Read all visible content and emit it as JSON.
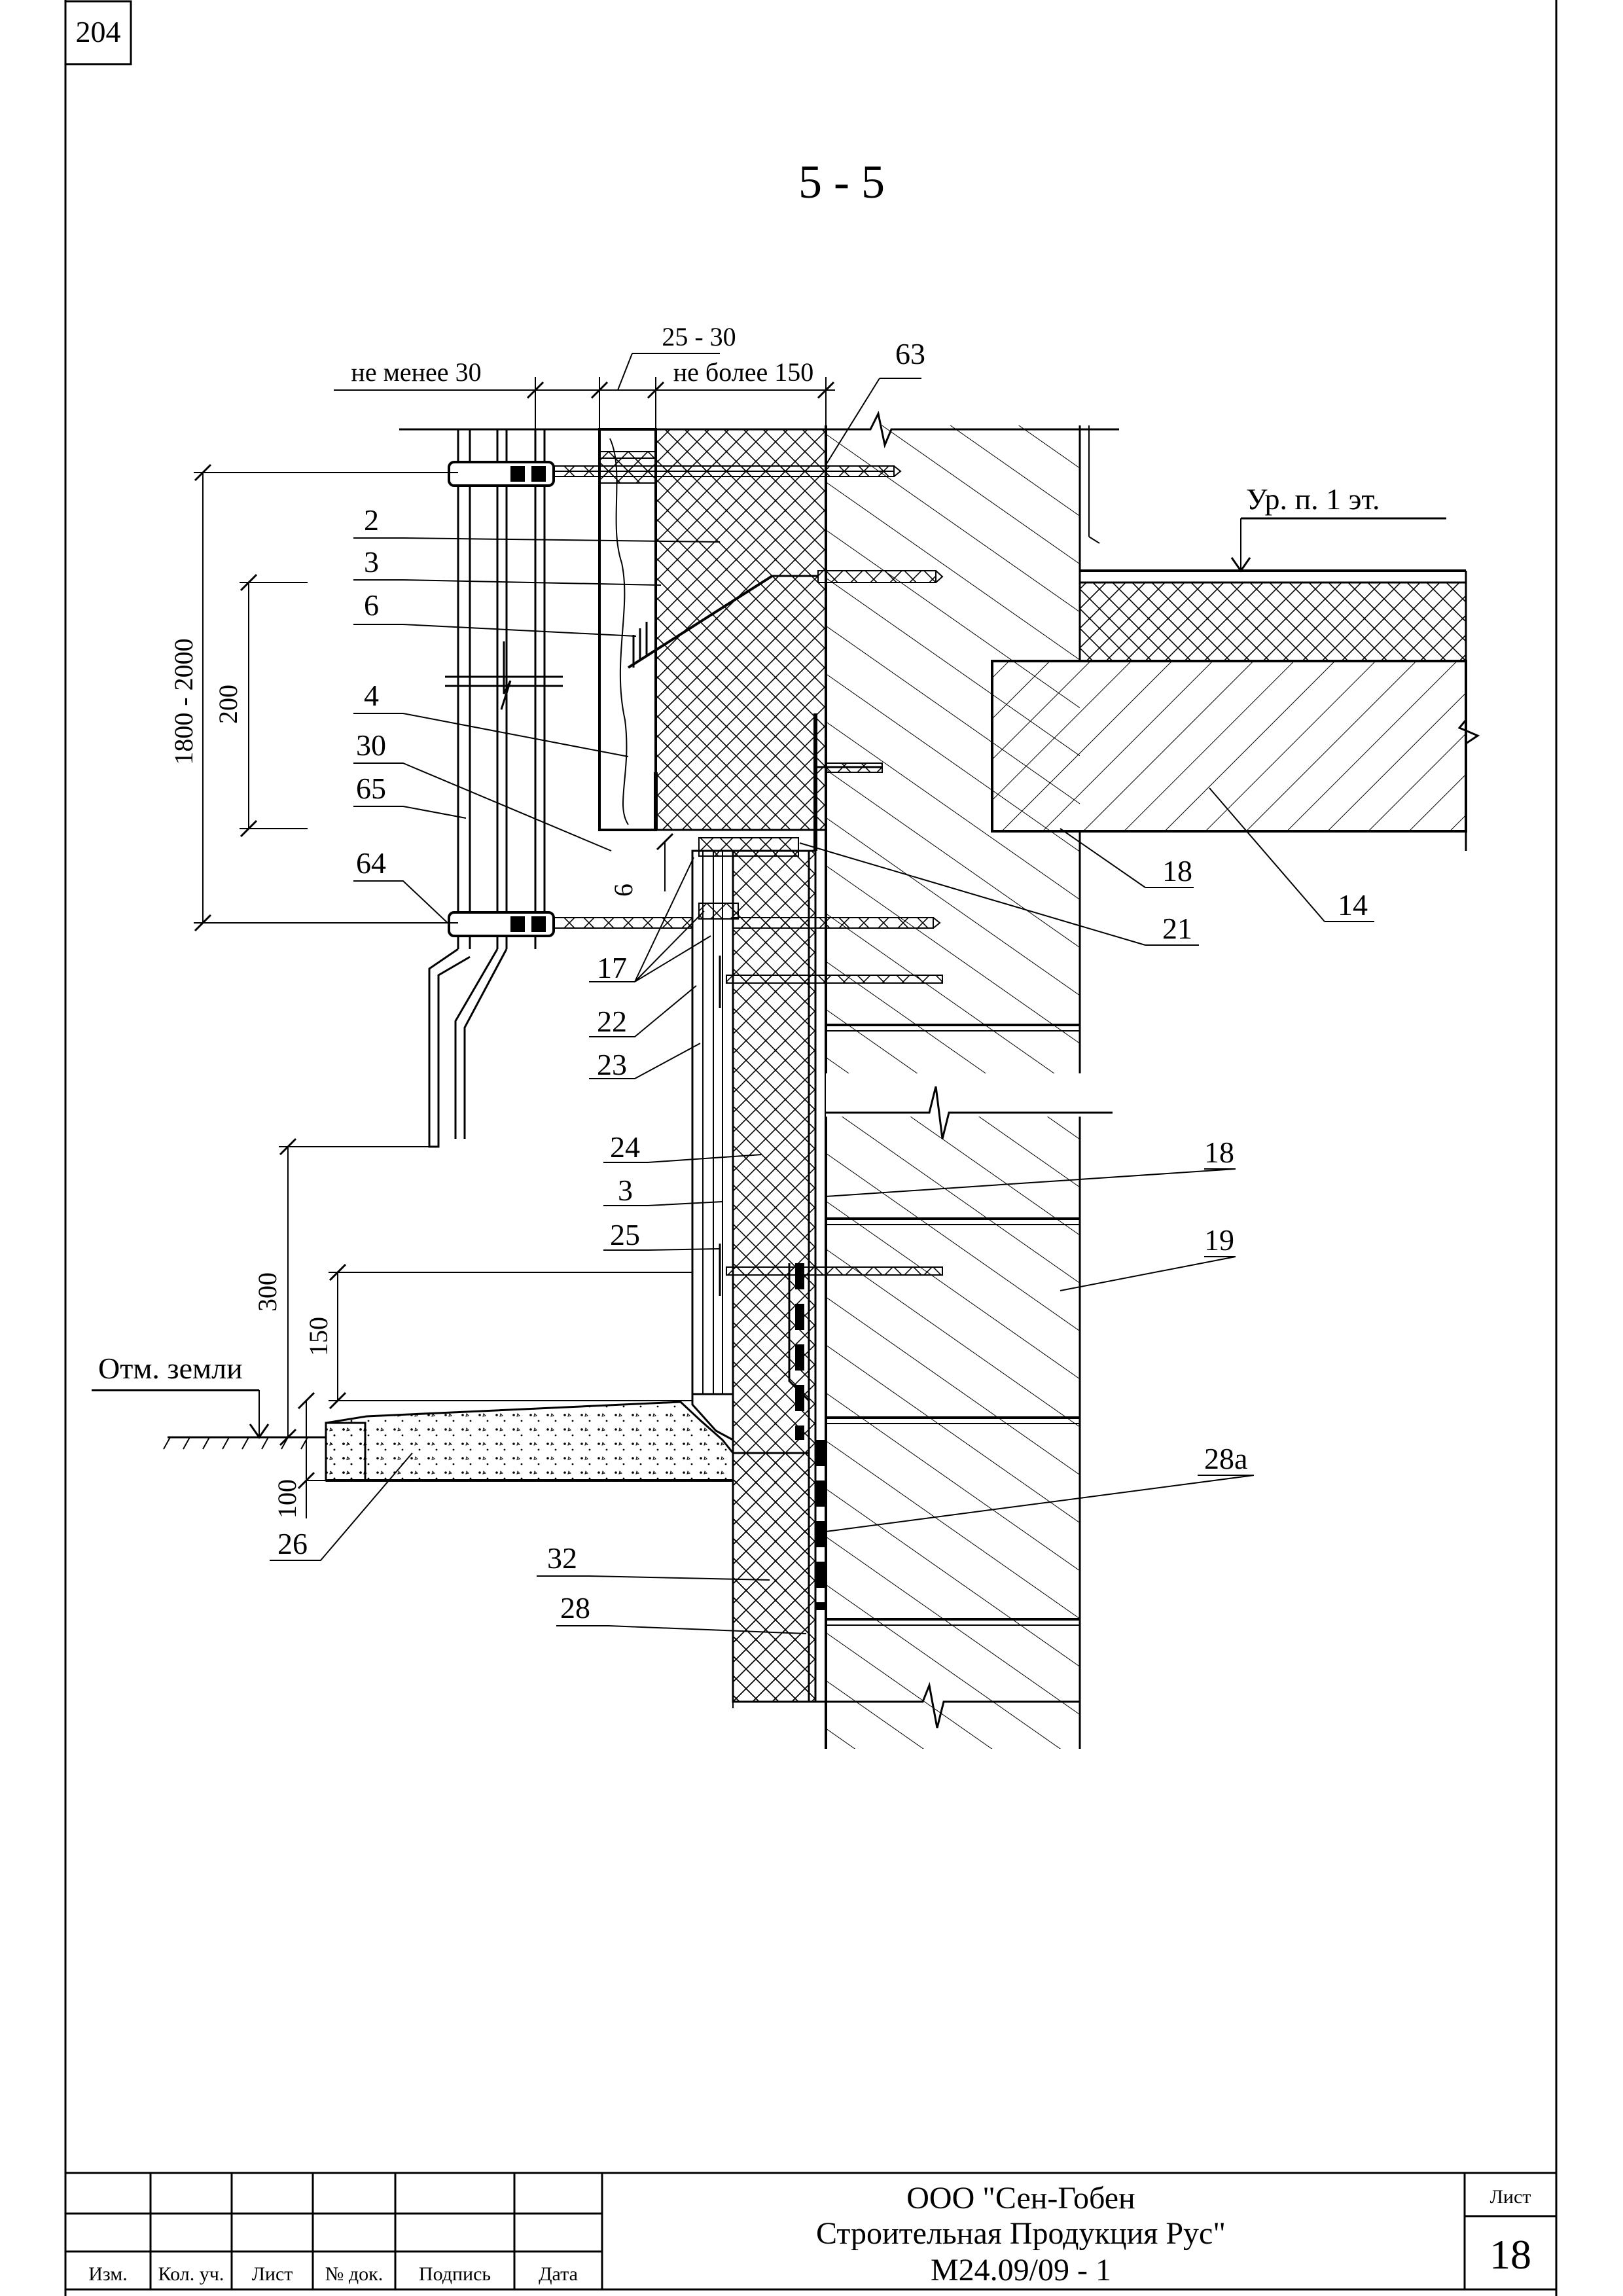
{
  "page_number": "204",
  "section_title": "5 - 5",
  "dimensions": {
    "not_less_30": "не менее 30",
    "range_25_30": "25 - 30",
    "not_more_150": "не более 150",
    "span_1800_2000": "1800 - 2000",
    "d200": "200",
    "d300": "300",
    "d150": "150",
    "d100": "100",
    "d6": "6"
  },
  "levels": {
    "floor_level": "Ур. п. 1 эт.",
    "ground_level": "Отм. земли"
  },
  "callouts": [
    "63",
    "2",
    "3",
    "6",
    "4",
    "30",
    "65",
    "64",
    "17",
    "22",
    "23",
    "24",
    "3",
    "25",
    "18",
    "21",
    "14",
    "18",
    "19",
    "28а",
    "32",
    "28",
    "26"
  ],
  "title_block": {
    "headers": [
      "Изм.",
      "Кол. уч.",
      "Лист",
      "№ док.",
      "Подпись",
      "Дата"
    ],
    "company_line1": "ООО \"Сен-Гобен",
    "company_line2": "Строительная Продукция Рус\"",
    "document_code": "М24.09/09 - 1",
    "sheet_label": "Лист",
    "sheet_number": "18"
  }
}
